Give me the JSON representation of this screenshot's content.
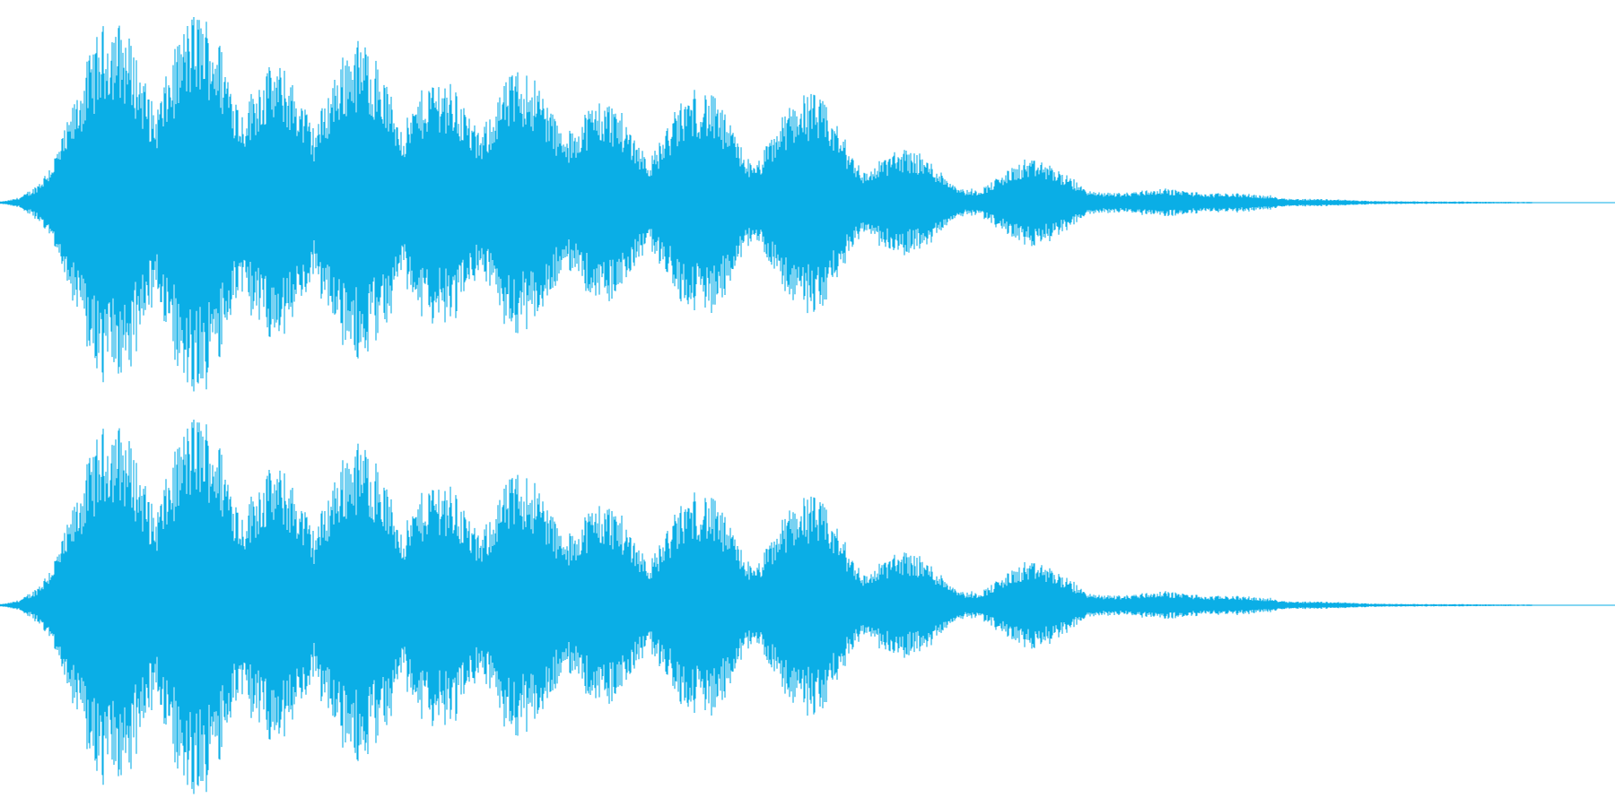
{
  "waveform": {
    "color": "#0aaee6",
    "background": "#ffffff",
    "channels": 2,
    "bursts": [
      {
        "t": 0.04,
        "amp": 0.06
      },
      {
        "t": 0.07,
        "amp": 0.96
      },
      {
        "t": 0.123,
        "amp": 1.0
      },
      {
        "t": 0.17,
        "amp": 0.72
      },
      {
        "t": 0.222,
        "amp": 0.85
      },
      {
        "t": 0.272,
        "amp": 0.66
      },
      {
        "t": 0.323,
        "amp": 0.7
      },
      {
        "t": 0.373,
        "amp": 0.54
      },
      {
        "t": 0.433,
        "amp": 0.6
      },
      {
        "t": 0.5,
        "amp": 0.58
      },
      {
        "t": 0.56,
        "amp": 0.28
      },
      {
        "t": 0.64,
        "amp": 0.22
      },
      {
        "t": 0.72,
        "amp": 0.07
      },
      {
        "t": 0.76,
        "amp": 0.05
      },
      {
        "t": 0.81,
        "amp": 0.02
      }
    ],
    "end_fraction": 0.95
  }
}
